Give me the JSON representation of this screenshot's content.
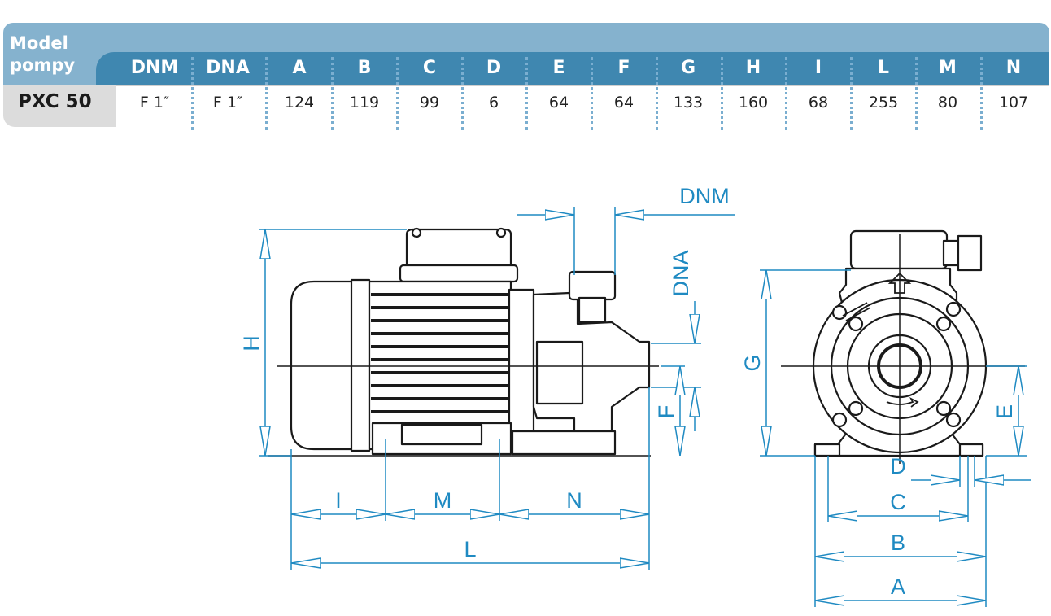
{
  "table": {
    "model_label_line1": "Model",
    "model_label_line2": "pompy",
    "columns": [
      "DNM",
      "DNA",
      "A",
      "B",
      "C",
      "D",
      "E",
      "F",
      "G",
      "H",
      "I",
      "L",
      "M",
      "N"
    ],
    "model": "PXC 50",
    "values": [
      "F 1″",
      "F 1″",
      "124",
      "119",
      "99",
      "6",
      "64",
      "64",
      "133",
      "160",
      "68",
      "255",
      "80",
      "107"
    ]
  },
  "diagram": {
    "side_view_labels": {
      "dnm": "DNM",
      "dna": "DNA",
      "h": "H",
      "f": "F",
      "i": "I",
      "m": "M",
      "n": "N",
      "l": "L"
    },
    "front_view_labels": {
      "g": "G",
      "e": "E",
      "d": "D",
      "c": "C",
      "b": "B",
      "a": "A"
    },
    "accent_color": "#1f8ac2",
    "line_color": "#1a1a1a"
  }
}
